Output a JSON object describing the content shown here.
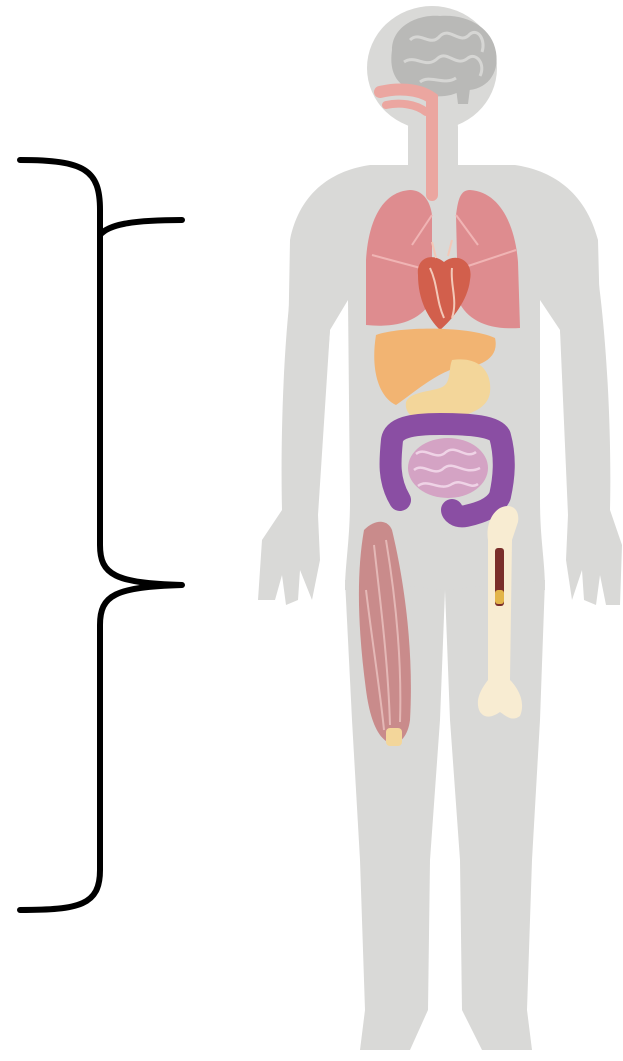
{
  "figure": {
    "subject": "human-body-organ-systems",
    "organs_shown": [
      "brain",
      "airway",
      "lungs",
      "heart",
      "liver",
      "stomach",
      "small-intestine",
      "large-intestine",
      "muscle",
      "bone"
    ],
    "brace_branches": 2,
    "colors": {
      "background": "#ffffff",
      "body": "#d9d9d7",
      "brain": "#b9b9b7",
      "airway": "#eba6a0",
      "lungs": "#de8c8f",
      "heart": "#d25f4c",
      "liver": "#f2b472",
      "stomach": "#f3d69a",
      "large_intestine": "#8a4ea3",
      "small_intestine": "#d4a3c4",
      "muscle": "#c98b8b",
      "bone": "#f8ecd2",
      "marrow": "#7a2e2a",
      "brace": "#000000"
    }
  }
}
